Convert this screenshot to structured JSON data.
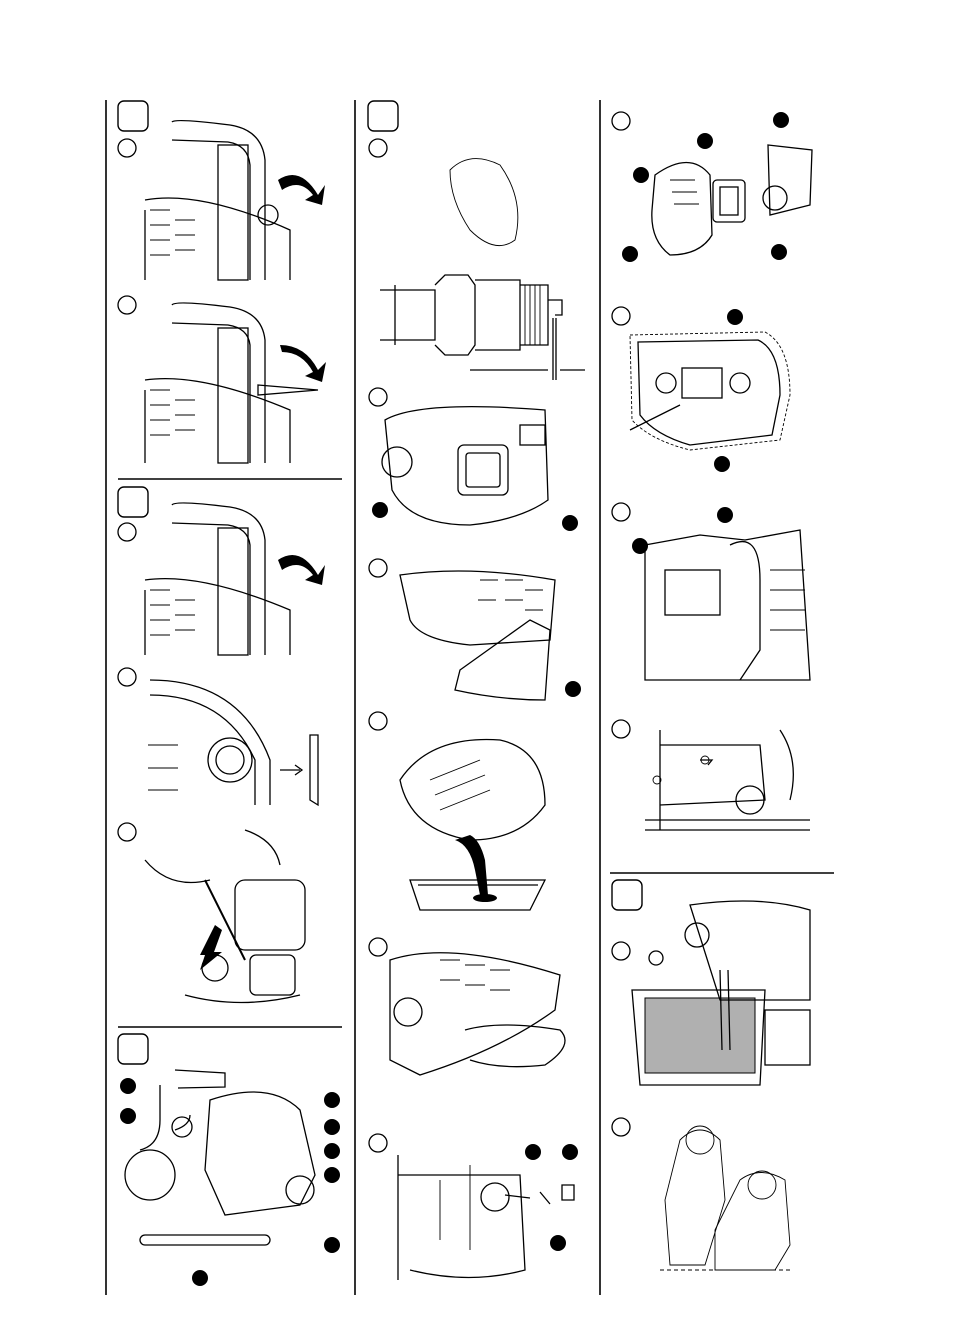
{
  "page": {
    "sections": 5,
    "step_markers": 17,
    "callout_markers": 23
  }
}
